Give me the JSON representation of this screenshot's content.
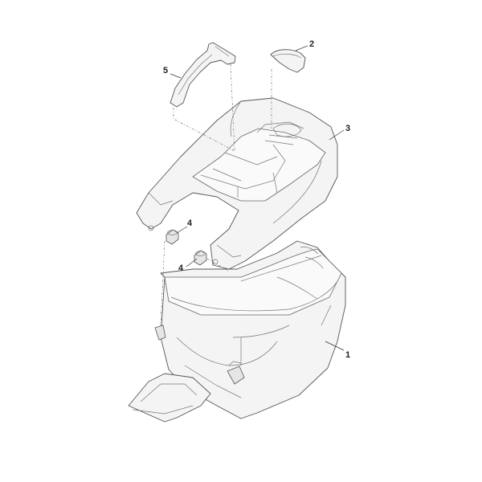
{
  "callouts": [
    {
      "id": "part-1",
      "label": "1"
    },
    {
      "id": "part-2",
      "label": "2"
    },
    {
      "id": "part-3",
      "label": "3"
    },
    {
      "id": "part-4a",
      "label": "4"
    },
    {
      "id": "part-4b",
      "label": "4"
    },
    {
      "id": "part-5",
      "label": "5"
    }
  ],
  "colors": {
    "line": "#555555",
    "fill": "#f4f4f4",
    "background": "#ffffff"
  }
}
